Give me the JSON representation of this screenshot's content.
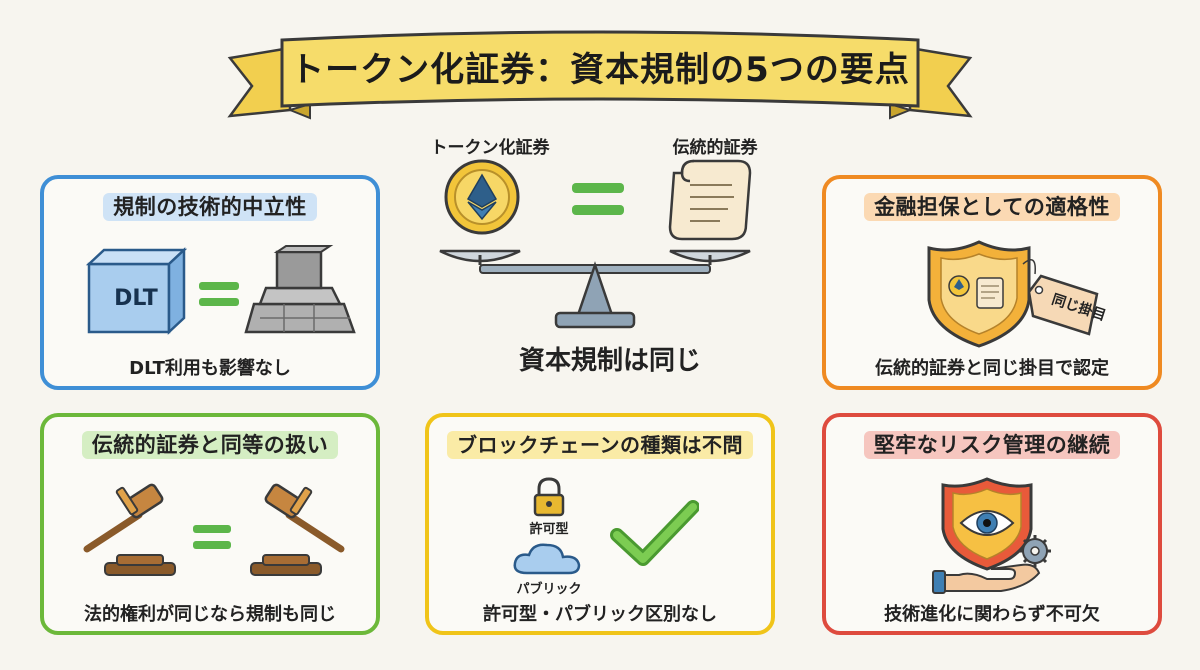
{
  "banner": {
    "title": "トークン化証券：資本規制の5つの要点"
  },
  "center": {
    "left_label": "トークン化証券",
    "right_label": "伝統的証券",
    "caption": "資本規制は同じ"
  },
  "cards": {
    "tech_neutral": {
      "title": "規制の技術的中立性",
      "dlt_label": "DLT",
      "caption": "DLT利用も影響なし"
    },
    "collateral": {
      "title": "金融担保としての適格性",
      "tag_label": "同じ掛目",
      "caption": "伝統的証券と同じ掛目で認定"
    },
    "equal_treatment": {
      "title": "伝統的証券と同等の扱い",
      "caption": "法的権利が同じなら規制も同じ"
    },
    "blockchain_type": {
      "title": "ブロックチェーンの種類は不問",
      "permissioned_label": "許可型",
      "public_label": "パブリック",
      "caption": "許可型・パブリック区別なし"
    },
    "risk_mgmt": {
      "title": "堅牢なリスク管理の継続",
      "caption": "技術進化に関わらず不可欠"
    }
  },
  "colors": {
    "blue": "#3f8fd6",
    "orange": "#ef8a22",
    "green": "#6cb83a",
    "yellow": "#f0c419",
    "red": "#de4b3e",
    "banner": "#f6dc6a"
  }
}
